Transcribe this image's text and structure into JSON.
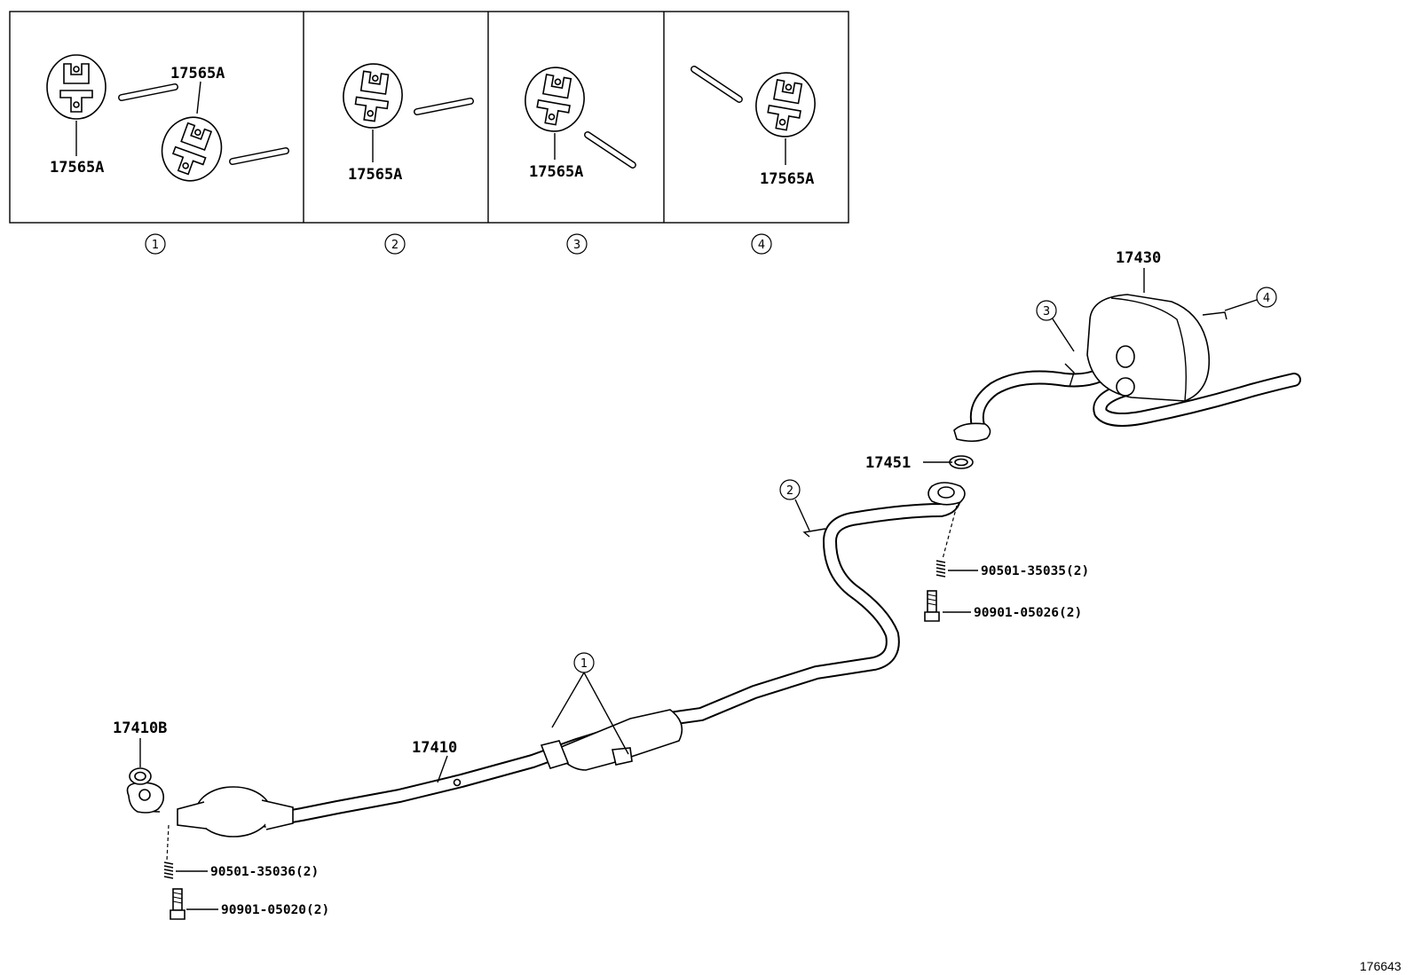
{
  "panels": [
    {
      "number": "1",
      "labels": [
        "17565A",
        "17565A"
      ]
    },
    {
      "number": "2",
      "labels": [
        "17565A"
      ]
    },
    {
      "number": "3",
      "labels": [
        "17565A"
      ]
    },
    {
      "number": "4",
      "labels": [
        "17565A"
      ]
    }
  ],
  "parts": {
    "muffler": "17430",
    "gasket_tail": "17451",
    "front_pipe": "17410",
    "gasket_front": "17410B",
    "spring_rear": "90501-35035(2)",
    "bolt_rear": "90901-05026(2)",
    "spring_front": "90501-35036(2)",
    "bolt_front": "90901-05020(2)"
  },
  "callouts": [
    "1",
    "2",
    "3",
    "4"
  ],
  "illustration_id": "176643"
}
